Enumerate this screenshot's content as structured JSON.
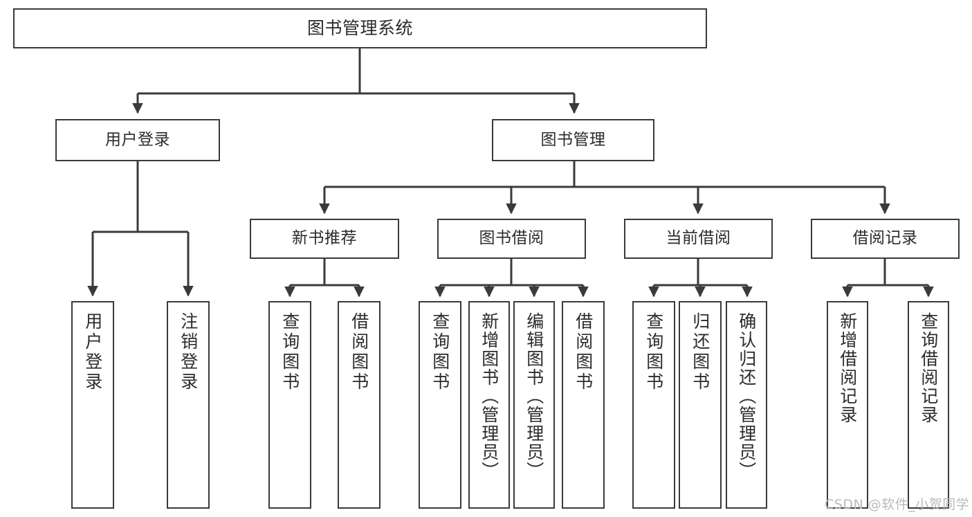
{
  "diagram": {
    "type": "tree-hierarchy",
    "title": "图书管理系统",
    "stroke_color": "#3a3a3a",
    "background_color": "#ffffff",
    "text_color": "#2b2b2b"
  },
  "nodes": {
    "root": {
      "label": "图书管理系统",
      "level": 1
    },
    "level2": [
      {
        "id": "user-login",
        "label": "用户登录"
      },
      {
        "id": "book-manage",
        "label": "图书管理"
      }
    ],
    "level3": [
      {
        "id": "new-book-rec",
        "label": "新书推荐"
      },
      {
        "id": "book-borrow",
        "label": "图书借阅"
      },
      {
        "id": "current-borrow",
        "label": "当前借阅"
      },
      {
        "id": "borrow-record",
        "label": "借阅记录"
      }
    ],
    "leaves": {
      "user_login": [
        {
          "id": "leaf-user-login",
          "label": "用户登录"
        },
        {
          "id": "leaf-logout-login",
          "label": "注销登录"
        }
      ],
      "new_book_rec": [
        {
          "id": "leaf-query-book-1",
          "label": "查询图书"
        },
        {
          "id": "leaf-borrow-book-1",
          "label": "借阅图书"
        }
      ],
      "book_borrow": [
        {
          "id": "leaf-query-book-2",
          "label": "查询图书"
        },
        {
          "id": "leaf-add-book",
          "label": "新增图书（管理员）"
        },
        {
          "id": "leaf-edit-book",
          "label": "编辑图书（管理员）"
        },
        {
          "id": "leaf-borrow-book-2",
          "label": "借阅图书"
        }
      ],
      "current_borrow": [
        {
          "id": "leaf-query-book-3",
          "label": "查询图书"
        },
        {
          "id": "leaf-return-book",
          "label": "归还图书"
        },
        {
          "id": "leaf-confirm-return",
          "label": "确认归还（管理员）"
        }
      ],
      "borrow_record": [
        {
          "id": "leaf-add-record",
          "label": "新增借阅记录"
        },
        {
          "id": "leaf-query-record",
          "label": "查询借阅记录"
        }
      ]
    }
  },
  "watermark": {
    "text": "CSDN @软件_小贺同学"
  }
}
